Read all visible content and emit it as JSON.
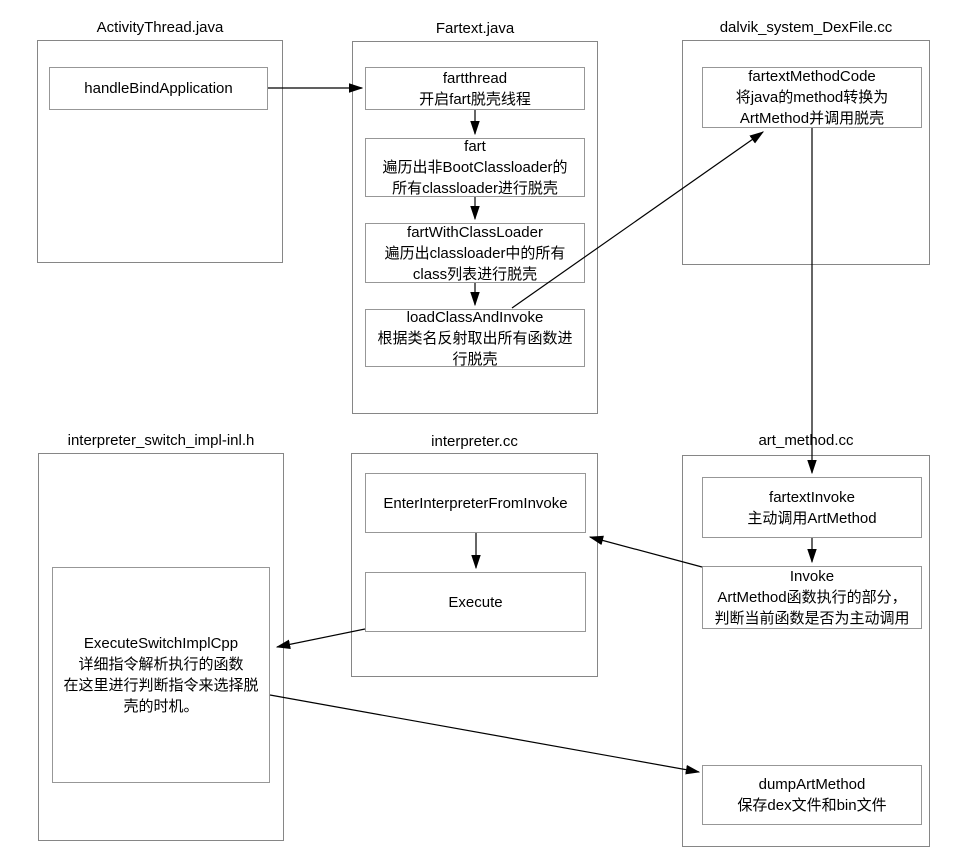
{
  "diagram_title": "FART unpacking call-flow diagram",
  "colors": {
    "background": "#ffffff",
    "container_border": "#868686",
    "node_border": "#979797",
    "arrow": "#000000",
    "text": "#000000"
  },
  "sections": {
    "activity_thread": {
      "title": "ActivityThread.java"
    },
    "fartext": {
      "title": "Fartext.java"
    },
    "dexfile": {
      "title": "dalvik_system_DexFile.cc"
    },
    "interp_switch": {
      "title": "interpreter_switch_impl-inl.h"
    },
    "interpreter": {
      "title": "interpreter.cc"
    },
    "art_method": {
      "title": "art_method.cc"
    }
  },
  "nodes": {
    "handle_bind_application": {
      "lines": [
        "handleBindApplication"
      ]
    },
    "fartthread": {
      "lines": [
        "fartthread",
        "开启fart脱壳线程"
      ]
    },
    "fart": {
      "lines": [
        "fart",
        "遍历出非BootClassloader的",
        "所有classloader进行脱壳"
      ]
    },
    "fart_with_classloader": {
      "lines": [
        "fartWithClassLoader",
        "遍历出classloader中的所有",
        "class列表进行脱壳"
      ]
    },
    "load_class_and_invoke": {
      "lines": [
        "loadClassAndInvoke",
        "根据类名反射取出所有函数进",
        "行脱壳"
      ]
    },
    "fartext_method_code": {
      "lines": [
        "fartextMethodCode",
        "将java的method转换为",
        "ArtMethod并调用脱壳"
      ]
    },
    "execute_switch_impl_cpp": {
      "lines": [
        "ExecuteSwitchImplCpp",
        "详细指令解析执行的函数",
        "在这里进行判断指令来选择脱",
        "壳的时机。"
      ]
    },
    "enter_interpreter_from_invoke": {
      "lines": [
        "EnterInterpreterFromInvoke"
      ]
    },
    "execute": {
      "lines": [
        "Execute"
      ]
    },
    "fartext_invoke": {
      "lines": [
        "fartextInvoke",
        "主动调用ArtMethod"
      ]
    },
    "invoke": {
      "lines": [
        "Invoke",
        "ArtMethod函数执行的部分，",
        "判断当前函数是否为主动调用"
      ]
    },
    "dump_art_method": {
      "lines": [
        "dumpArtMethod",
        "保存dex文件和bin文件"
      ]
    }
  },
  "edges": [
    {
      "from": "handleBindApplication",
      "to": "fartthread"
    },
    {
      "from": "fartthread",
      "to": "fart"
    },
    {
      "from": "fart",
      "to": "fartWithClassLoader"
    },
    {
      "from": "fartWithClassLoader",
      "to": "loadClassAndInvoke"
    },
    {
      "from": "loadClassAndInvoke",
      "to": "fartextMethodCode"
    },
    {
      "from": "fartextMethodCode",
      "to": "fartextInvoke"
    },
    {
      "from": "fartextInvoke",
      "to": "Invoke"
    },
    {
      "from": "Invoke",
      "to": "EnterInterpreterFromInvoke"
    },
    {
      "from": "EnterInterpreterFromInvoke",
      "to": "Execute"
    },
    {
      "from": "Execute",
      "to": "ExecuteSwitchImplCpp"
    },
    {
      "from": "ExecuteSwitchImplCpp",
      "to": "dumpArtMethod"
    }
  ]
}
